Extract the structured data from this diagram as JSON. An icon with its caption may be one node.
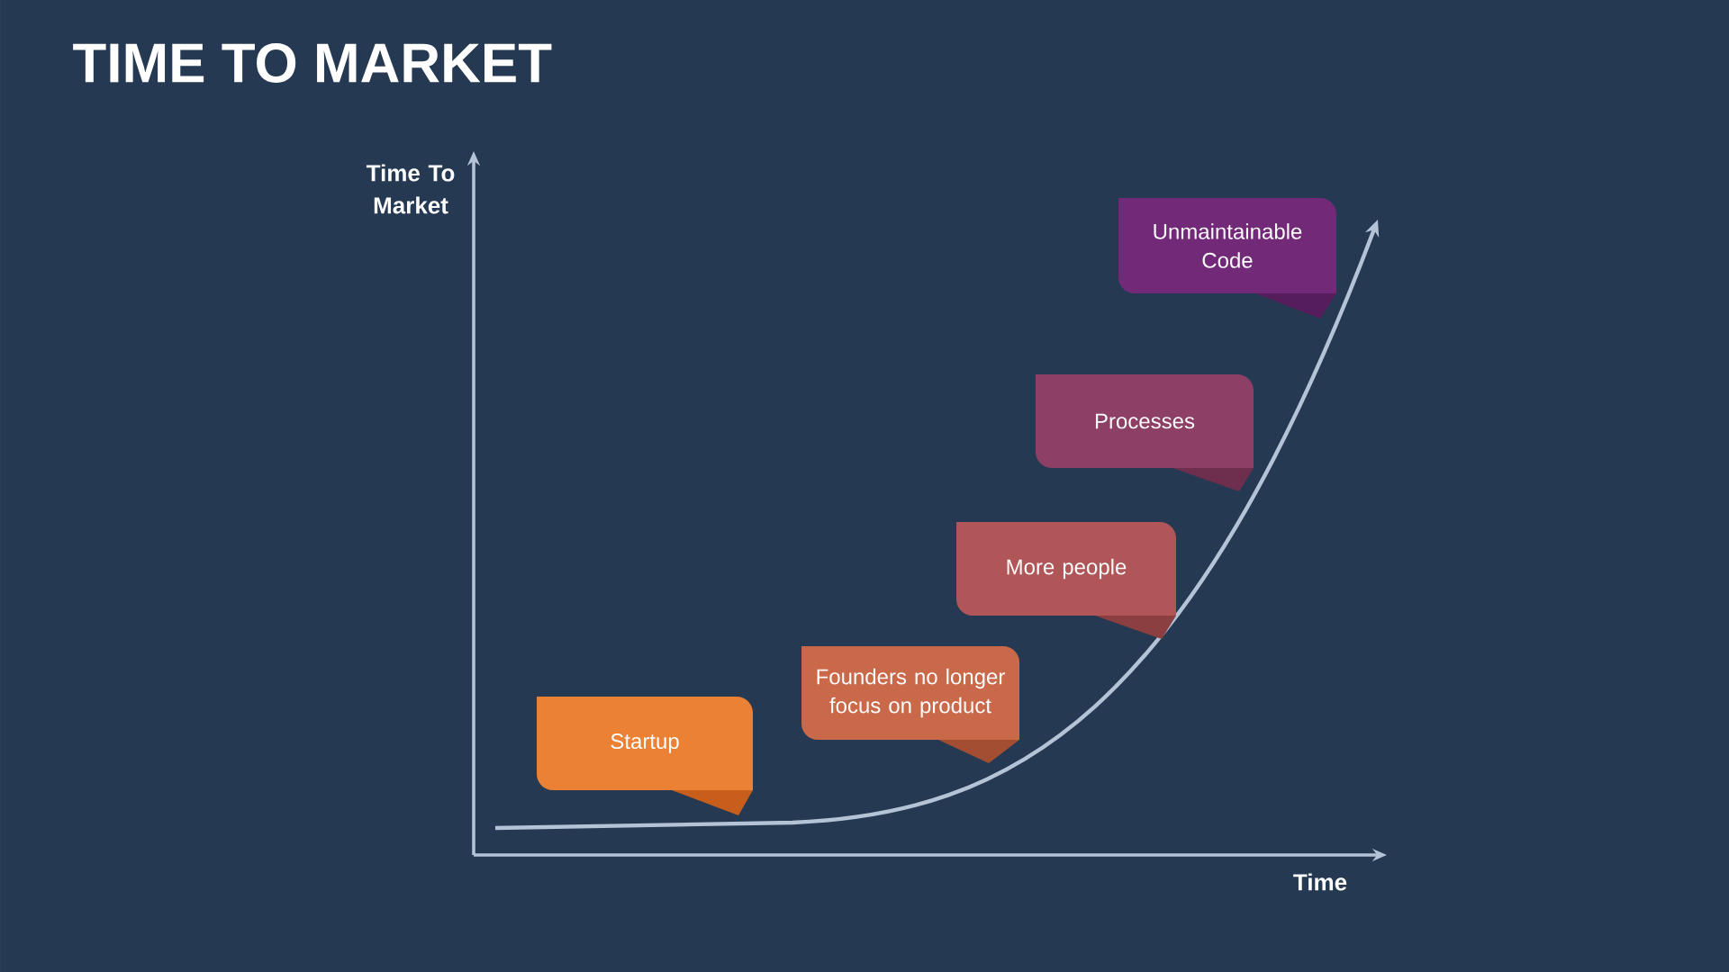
{
  "diagram": {
    "title": "TIME TO MARKET",
    "nodes": [
      {
        "text": [
          "Startup"
        ]
      },
      {
        "text": [
          "Founders no longer focus on product"
        ]
      },
      {
        "text": [
          "More people"
        ]
      },
      {
        "text": [
          "Processes"
        ]
      },
      {
        "text": [
          "Unmaintainable Code"
        ]
      }
    ],
    "labels": [
      "Time To Market",
      "Time"
    ]
  }
}
